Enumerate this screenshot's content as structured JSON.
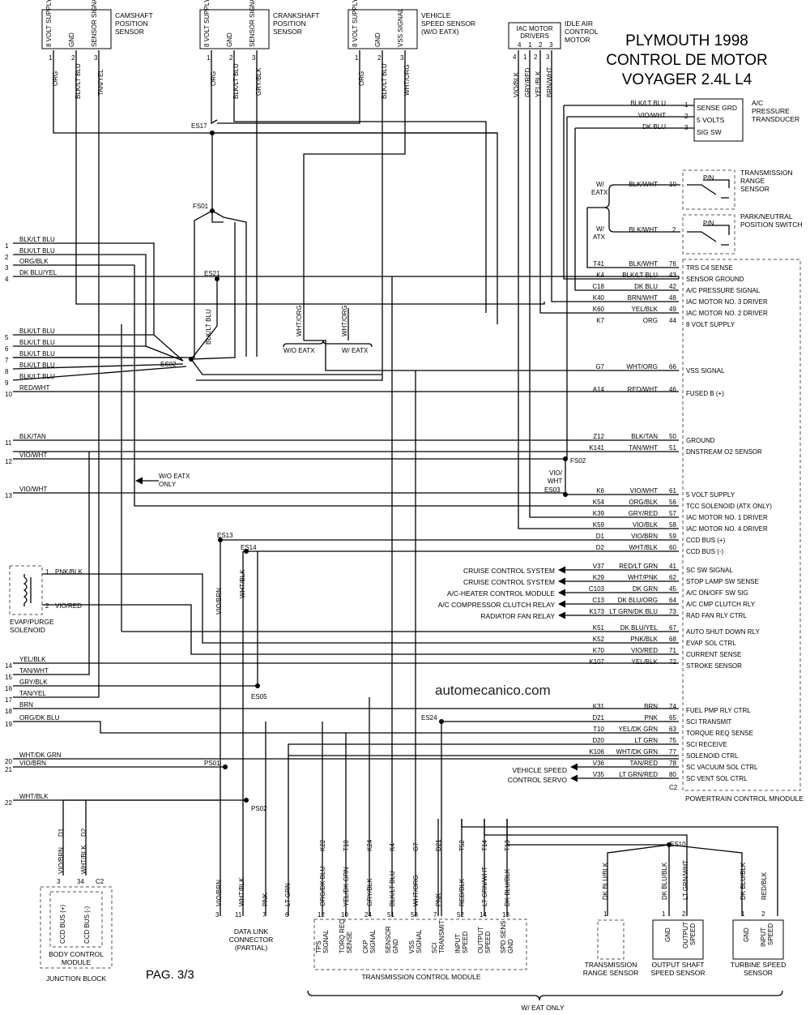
{
  "title": {
    "line1": "PLYMOUTH 1998",
    "line2": "CONTROL DE MOTOR",
    "line3": "VOYAGER 2.4L L4"
  },
  "watermark": "automecanico.com",
  "page_label": "PAG. 3/3",
  "sensors_top": {
    "camshaft": {
      "name": [
        "CAMSHAFT",
        "POSITION",
        "SENSOR"
      ],
      "pins": [
        "8 VOLT SUPPLY",
        "GND",
        "SENSOR SIGNAL"
      ],
      "pin_nums": [
        "1",
        "2",
        "3"
      ],
      "wires": [
        "ORG",
        "BLK/LT BLU",
        "TAN/YEL"
      ]
    },
    "crankshaft": {
      "name": [
        "CRANKSHAFT",
        "POSITION",
        "SENSOR"
      ],
      "pins": [
        "8 VOLT SUPPLY",
        "GND",
        "SENSOR SIGNAL"
      ],
      "pin_nums": [
        "1",
        "2",
        "3"
      ],
      "wires": [
        "ORG",
        "BLK/LT BLU",
        "GRY/BLK"
      ]
    },
    "vss": {
      "name": [
        "VEHICLE",
        "SPEED SENSOR",
        "(W/O EATX)"
      ],
      "pins": [
        "8 VOLT SUPPLY",
        "GND",
        "VSS SIGNAL"
      ],
      "pin_nums": [
        "1",
        "2",
        "3"
      ],
      "wires": [
        "ORG",
        "BLK/LT BLU",
        "WHT/ORG"
      ]
    },
    "iac": {
      "name": [
        "IDLE AIR",
        "CONTROL",
        "MOTOR"
      ],
      "box_label": [
        "IAC MOTOR",
        "DRIVERS"
      ],
      "pin_nums": [
        "4",
        "1",
        "2",
        "3"
      ],
      "wires": [
        "VIO/BLK",
        "GRY/RED",
        "YEL/BLK",
        "BRN/WHT"
      ]
    }
  },
  "right_devices": {
    "ac_transducer": {
      "name": [
        "A/C",
        "PRESSURE",
        "TRANSDUCER"
      ],
      "pins": [
        "SENSE GRD",
        "5 VOLTS",
        "SIG SW"
      ],
      "pin_nums": [
        "1",
        "2",
        "3"
      ],
      "wires": [
        "BLK/LT BLU",
        "VIO/WHT",
        "DK BLU"
      ]
    },
    "trs": {
      "name": [
        "TRANSMISSION",
        "RANGE",
        "SENSOR"
      ],
      "cond": [
        "W/",
        "EATX"
      ],
      "wire": "BLK/WHT",
      "pin": "10",
      "pn": "P/N"
    },
    "pnp": {
      "name": [
        "PARK/NEUTRAL",
        "POSITION SWITCH"
      ],
      "cond": [
        "W/",
        "ATX"
      ],
      "wire": "BLK/WHT",
      "pin": "2",
      "pn": "P/N"
    }
  },
  "splices": {
    "es17": "ES17",
    "fs01": "FS01",
    "es21": "ES21",
    "es02": "ES02",
    "fs02": "FS02",
    "es03": "ES03",
    "es13": "ES13",
    "es14": "ES14",
    "es05": "ES05",
    "es24": "ES24",
    "ps01": "PS01",
    "ps02": "PS02",
    "es10": "ES10"
  },
  "mid_labels": {
    "es02_wire": "BLK/LT BLU",
    "woeatx_wire": "WHT/ORG",
    "weatx_wire": "WHT/ORG",
    "woeatx": "W/O EATX",
    "weatx": "W/ EATX",
    "fs02_wire": [
      "VIO/",
      "WHT"
    ],
    "es13_wire": "VIO/BRN",
    "es14_wire": "WHT/BLK",
    "wo_eatx_only": [
      "W/O EATX",
      "ONLY"
    ]
  },
  "left_refs": [
    {
      "num": "1",
      "wire": "BLK/LT BLU"
    },
    {
      "num": "2",
      "wire": "BLK/LT BLU"
    },
    {
      "num": "3",
      "wire": "ORG/BLK"
    },
    {
      "num": "4",
      "wire": "DK BLU/YEL"
    },
    {
      "num": "5",
      "wire": "BLK/LT BLU"
    },
    {
      "num": "6",
      "wire": "BLK/LT BLU"
    },
    {
      "num": "7",
      "wire": "BLK/LT BLU"
    },
    {
      "num": "8",
      "wire": "BLK/LT BLU"
    },
    {
      "num": "9",
      "wire": "BLK/LT BLU"
    },
    {
      "num": "10",
      "wire": "RED/WHT"
    },
    {
      "num": "11",
      "wire": "BLK/TAN"
    },
    {
      "num": "12",
      "wire": "VIO/WHT"
    },
    {
      "num": "13",
      "wire": "VIO/WHT"
    },
    {
      "num": "14",
      "wire": "YEL/BLK"
    },
    {
      "num": "15",
      "wire": "TAN/WHT"
    },
    {
      "num": "16",
      "wire": "GRY/BLK"
    },
    {
      "num": "17",
      "wire": "TAN/YEL"
    },
    {
      "num": "18",
      "wire": "BRN"
    },
    {
      "num": "19",
      "wire": "ORG/DK BLU"
    },
    {
      "num": "20",
      "wire": "WHT/DK GRN"
    },
    {
      "num": "21",
      "wire": "VIO/BRN"
    },
    {
      "num": "22",
      "wire": "WHT/BLK"
    }
  ],
  "pcm": {
    "name": "POWERTRAIN CONTROL MNODULE",
    "last_conn": "C2",
    "pins": [
      {
        "cir": "T41",
        "wire": "BLK/WHT",
        "pin": "76",
        "func": "TRS C4 SENSE"
      },
      {
        "cir": "K4",
        "wire": "BLK/LT BLU",
        "pin": "43",
        "func": "SENSOR GROUND"
      },
      {
        "cir": "C18",
        "wire": "DK BLU",
        "pin": "42",
        "func": "A/C PRESSURE SIGNAL"
      },
      {
        "cir": "K40",
        "wire": "BRN/WHT",
        "pin": "48",
        "func": "IAC MOTOR NO. 3 DRIVER"
      },
      {
        "cir": "K60",
        "wire": "YEL/BLK",
        "pin": "49",
        "func": "IAC MOTOR NO. 2 DRIVER"
      },
      {
        "cir": "K7",
        "wire": "ORG",
        "pin": "44",
        "func": "8 VOLT SUPPLY"
      },
      {
        "cir": "G7",
        "wire": "WHT/ORG",
        "pin": "66",
        "func": "VSS SIGNAL"
      },
      {
        "cir": "A14",
        "wire": "RED/WHT",
        "pin": "46",
        "func": "FUSED B (+)"
      },
      {
        "cir": "Z12",
        "wire": "BLK/TAN",
        "pin": "50",
        "func": "GROUND"
      },
      {
        "cir": "K141",
        "wire": "TAN/WHT",
        "pin": "51",
        "func": "DNSTREAM O2 SENSOR"
      },
      {
        "cir": "K6",
        "wire": "VIO/WHT",
        "pin": "61",
        "func": "5 VOLT SUPPLY"
      },
      {
        "cir": "K54",
        "wire": "ORG/BLK",
        "pin": "56",
        "func": "TCC SOLENOID (ATX ONLY)"
      },
      {
        "cir": "K39",
        "wire": "GRY/RED",
        "pin": "57",
        "func": "IAC MOTOR NO. 1 DRIVER"
      },
      {
        "cir": "K59",
        "wire": "VIO/BLK",
        "pin": "58",
        "func": "IAC MOTOR NO. 4 DRIVER"
      },
      {
        "cir": "D1",
        "wire": "VIO/BRN",
        "pin": "59",
        "func": "CCD BUS (+)"
      },
      {
        "cir": "D2",
        "wire": "WHT/BLK",
        "pin": "60",
        "func": "CCD BUS (-)"
      },
      {
        "cir": "V37",
        "wire": "RED/LT GRN",
        "pin": "41",
        "func": "SC SW SIGNAL"
      },
      {
        "cir": "K29",
        "wire": "WHT/PNK",
        "pin": "62",
        "func": "STOP LAMP SW SENSE"
      },
      {
        "cir": "C103",
        "wire": "DK GRN",
        "pin": "45",
        "func": "A/C ON/OFF SW SIG"
      },
      {
        "cir": "C13",
        "wire": "DK BLU/ORG",
        "pin": "64",
        "func": "A/C CMP CLUTCH RLY"
      },
      {
        "cir": "K173",
        "wire": "LT GRN/DK BLU",
        "pin": "73",
        "func": "RAD FAN RLY CTRL"
      },
      {
        "cir": "K51",
        "wire": "DK BLU/YEL",
        "pin": "67",
        "func": "AUTO SHUT DOWN RLY"
      },
      {
        "cir": "K52",
        "wire": "PNK/BLK",
        "pin": "68",
        "func": "EVAP SOL CTRL"
      },
      {
        "cir": "K70",
        "wire": "VIO/RED",
        "pin": "71",
        "func": "CURRENT SENSE"
      },
      {
        "cir": "K107",
        "wire": "YEL/BLK",
        "pin": "72",
        "func": "STROKE SENSOR"
      },
      {
        "cir": "K31",
        "wire": "BRN",
        "pin": "74",
        "func": "FUEL PMP RLY CTRL"
      },
      {
        "cir": "D21",
        "wire": "PNK",
        "pin": "65",
        "func": "SCI TRANSMIT"
      },
      {
        "cir": "T10",
        "wire": "YEL/DK GRN",
        "pin": "63",
        "func": "TORQUE REQ SENSE"
      },
      {
        "cir": "D20",
        "wire": "LT GRN",
        "pin": "75",
        "func": "SCI RECEIVE"
      },
      {
        "cir": "K106",
        "wire": "WHT/DK GRN",
        "pin": "77",
        "func": "SOLENOID CTRL"
      },
      {
        "cir": "V36",
        "wire": "TAN/RED",
        "pin": "78",
        "func": "SC VACUUM SOL CTRL"
      },
      {
        "cir": "V35",
        "wire": "LT GRN/RED",
        "pin": "80",
        "func": "SC VENT SOL CTRL"
      }
    ]
  },
  "arrows": {
    "cruise1": "CRUISE CONTROL SYSTEM",
    "cruise2": "CRUISE CONTROL SYSTEM",
    "acheater": "A/C-HEATER CONTROL MODULE",
    "acclutch": "A/C COMPRESSOR CLUTCH RELAY",
    "radfan": "RADIATOR FAN RELAY",
    "vsc": [
      "VEHICLE SPEED",
      "CONTROL SERVO"
    ]
  },
  "evap": {
    "name": [
      "EVAP/PURGE",
      "SOLENOID"
    ],
    "pins": [
      {
        "num": "1",
        "wire": "PNK/BLK"
      },
      {
        "num": "2",
        "wire": "VIO/RED"
      }
    ]
  },
  "bcm": {
    "name": [
      "BODY CONTROL",
      "MODULE"
    ],
    "block": "JUNCTION BLOCK",
    "cir": [
      "D1",
      "D2"
    ],
    "wires": [
      "VIO/BRN",
      "WHT/BLK"
    ],
    "pins": [
      "3",
      "34"
    ],
    "conn": "C2",
    "pin_names": [
      "CCD BUS (+)",
      "CCD BUS (-)"
    ]
  },
  "dlc": {
    "name": [
      "DATA LINK",
      "CONNECTOR",
      "(PARTIAL)"
    ],
    "wires": [
      "VIO/BRN",
      "WHT/BLK",
      "PNK",
      "LT GRN"
    ],
    "pins": [
      "3",
      "11",
      "7",
      "6"
    ]
  },
  "tcm": {
    "name": "TRANSMISSION CONTROL MODULE",
    "cir": [
      "K22",
      "T10",
      "K24",
      "K4",
      "G7",
      "D21",
      "T52",
      "T14",
      "T13"
    ],
    "wires": [
      "ORG/DK BLU",
      "YEL/DK GRN",
      "GRY/BLK",
      "BLK/LT BLU",
      "WHT/ORG",
      "PNK",
      "RED/BLK",
      "LT GRN/WHT",
      "DK BLU/BLK"
    ],
    "pins": [
      "12",
      "10",
      "24",
      "51",
      "58",
      "7",
      "52",
      "14",
      "13"
    ],
    "pin_names": [
      [
        "TPS",
        "SIGNAL"
      ],
      [
        "TORQ REQ",
        "SENSE"
      ],
      [
        "CKP",
        "SIGNAL"
      ],
      [
        "SENSOR",
        "GND"
      ],
      [
        "VSS",
        "SIGNAL"
      ],
      [
        "SCI",
        "TRANSMIT"
      ],
      [
        "INPUT",
        "SPEED"
      ],
      [
        "OUTPUT",
        "SPEED"
      ],
      [
        "SPD SENS",
        "GND"
      ]
    ]
  },
  "bottom_sensors": {
    "trs": {
      "name": [
        "TRANSMISSION",
        "RANGE SENSOR"
      ],
      "wire": "DK BLU/BLK",
      "pin": "1"
    },
    "oss": {
      "name": [
        "OUTPUT SHAFT",
        "SPEED SENSOR"
      ],
      "wires": [
        "DK BLU/BLK",
        "LT GRN/WHT"
      ],
      "pins": [
        "1",
        "2"
      ],
      "pin_names": [
        "GND",
        [
          "OUTPUT",
          "SPEED"
        ]
      ]
    },
    "tss": {
      "name": [
        "TURBINE SPEED",
        "SENSOR"
      ],
      "wires": [
        "DK BLU/BLK",
        "RED/BLK"
      ],
      "pins": [
        "1",
        "2"
      ],
      "pin_names": [
        "GND",
        [
          "INPUT",
          "SPEED"
        ]
      ]
    }
  },
  "w_eat_only": "W/ EAT ONLY"
}
